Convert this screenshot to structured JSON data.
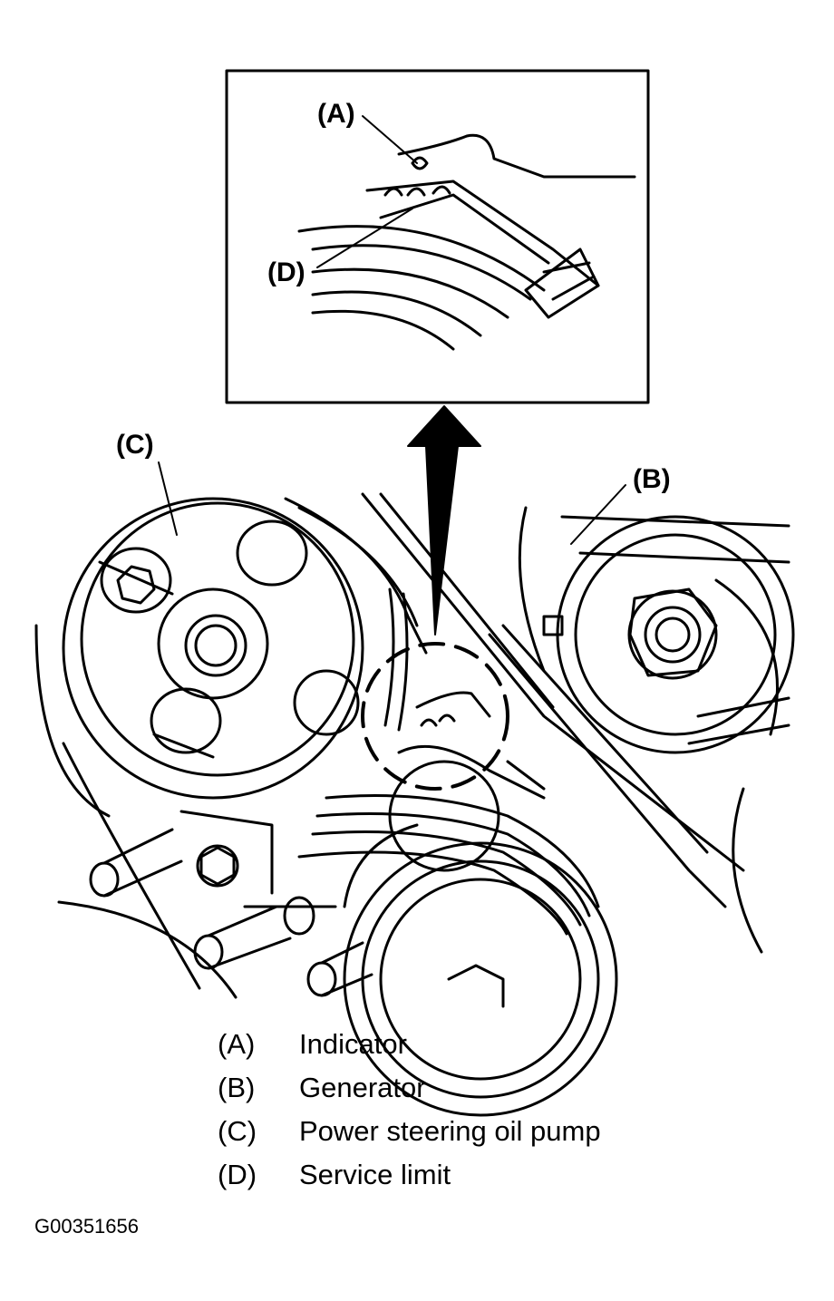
{
  "callouts": {
    "a": "(A)",
    "b": "(B)",
    "c": "(C)",
    "d": "(D)"
  },
  "legend": [
    {
      "key": "(A)",
      "label": "Indicator"
    },
    {
      "key": "(B)",
      "label": "Generator"
    },
    {
      "key": "(C)",
      "label": "Power steering oil pump"
    },
    {
      "key": "(D)",
      "label": "Service limit"
    }
  ],
  "figure_id": "G00351656"
}
